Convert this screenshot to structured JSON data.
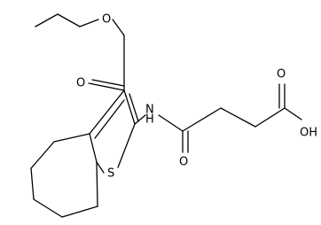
{
  "atoms": {
    "O": "O",
    "N": "N",
    "H": "H",
    "S": "S",
    "OH": "OH"
  }
}
